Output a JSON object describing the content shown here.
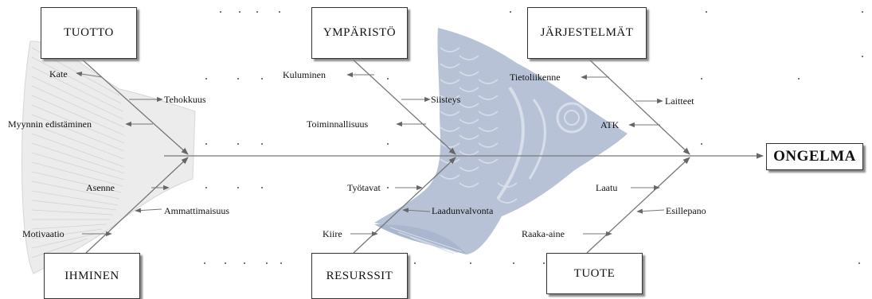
{
  "categories": {
    "tuotto": "TUOTTO",
    "ymparisto": "YMPÄRISTÖ",
    "jarjestelmat": "JÄRJESTELMÄT",
    "ihminen": "IHMINEN",
    "resurssit": "RESURSSIT",
    "tuote": "TUOTE"
  },
  "problem": "ONGELMA",
  "causes": {
    "kate": "Kate",
    "tehokkuus": "Tehokkuus",
    "myynnin": "Myynnin edistäminen",
    "asenne": "Asenne",
    "ammattimaisuus": "Ammattimaisuus",
    "motivaatio": "Motivaatio",
    "kuluminen": "Kuluminen",
    "siisteys": "Siisteys",
    "toiminnallisuus": "Toiminnallisuus",
    "tyotavat": "Työtavat",
    "laadunvalvonta": "Laadunvalvonta",
    "kiire": "Kiire",
    "tietoliikenne": "Tietoliikenne",
    "laitteet": "Laitteet",
    "atk": "ATK",
    "laatu": "Laatu",
    "esillepano": "Esillepano",
    "raakaaine": "Raaka-aine"
  }
}
